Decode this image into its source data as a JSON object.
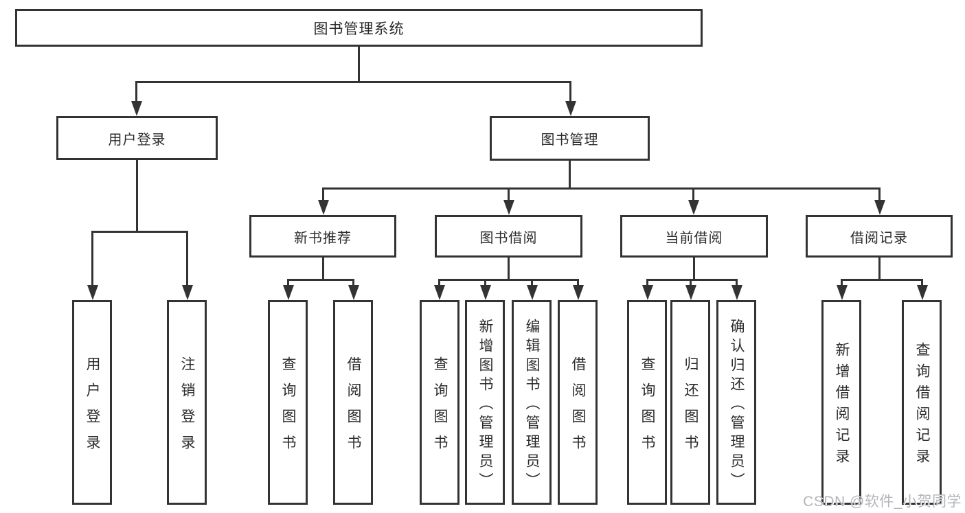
{
  "colors": {
    "line": "#333333",
    "box_border": "#333333",
    "box_fill": "#ffffff",
    "text": "#2b2b2b",
    "background": "#ffffff",
    "watermark_text_color": "#b2b5ba"
  },
  "diagram": {
    "root": {
      "label": "图书管理系统"
    },
    "level2": [
      {
        "label": "用户登录"
      },
      {
        "label": "图书管理"
      }
    ],
    "level3": [
      {
        "label": "新书推荐",
        "parent": "图书管理"
      },
      {
        "label": "图书借阅",
        "parent": "图书管理"
      },
      {
        "label": "当前借阅",
        "parent": "图书管理"
      },
      {
        "label": "借阅记录",
        "parent": "图书管理"
      }
    ],
    "leaves": [
      {
        "label": "用户登录",
        "parent": "用户登录"
      },
      {
        "label": "注销登录",
        "parent": "用户登录"
      },
      {
        "label": "查询图书",
        "parent": "新书推荐"
      },
      {
        "label": "借阅图书",
        "parent": "新书推荐"
      },
      {
        "label": "查询图书",
        "parent": "图书借阅"
      },
      {
        "label": "新增图书（管理员）",
        "parent": "图书借阅"
      },
      {
        "label": "编辑图书（管理员）",
        "parent": "图书借阅"
      },
      {
        "label": "借阅图书",
        "parent": "图书借阅"
      },
      {
        "label": "查询图书",
        "parent": "当前借阅"
      },
      {
        "label": "归还图书",
        "parent": "当前借阅"
      },
      {
        "label": "确认归还（管理员）",
        "parent": "当前借阅"
      },
      {
        "label": "新增借阅记录",
        "parent": "借阅记录"
      },
      {
        "label": "查询借阅记录",
        "parent": "借阅记录"
      }
    ]
  },
  "watermark": {
    "text": "CSDN @软件_小贺同学"
  }
}
